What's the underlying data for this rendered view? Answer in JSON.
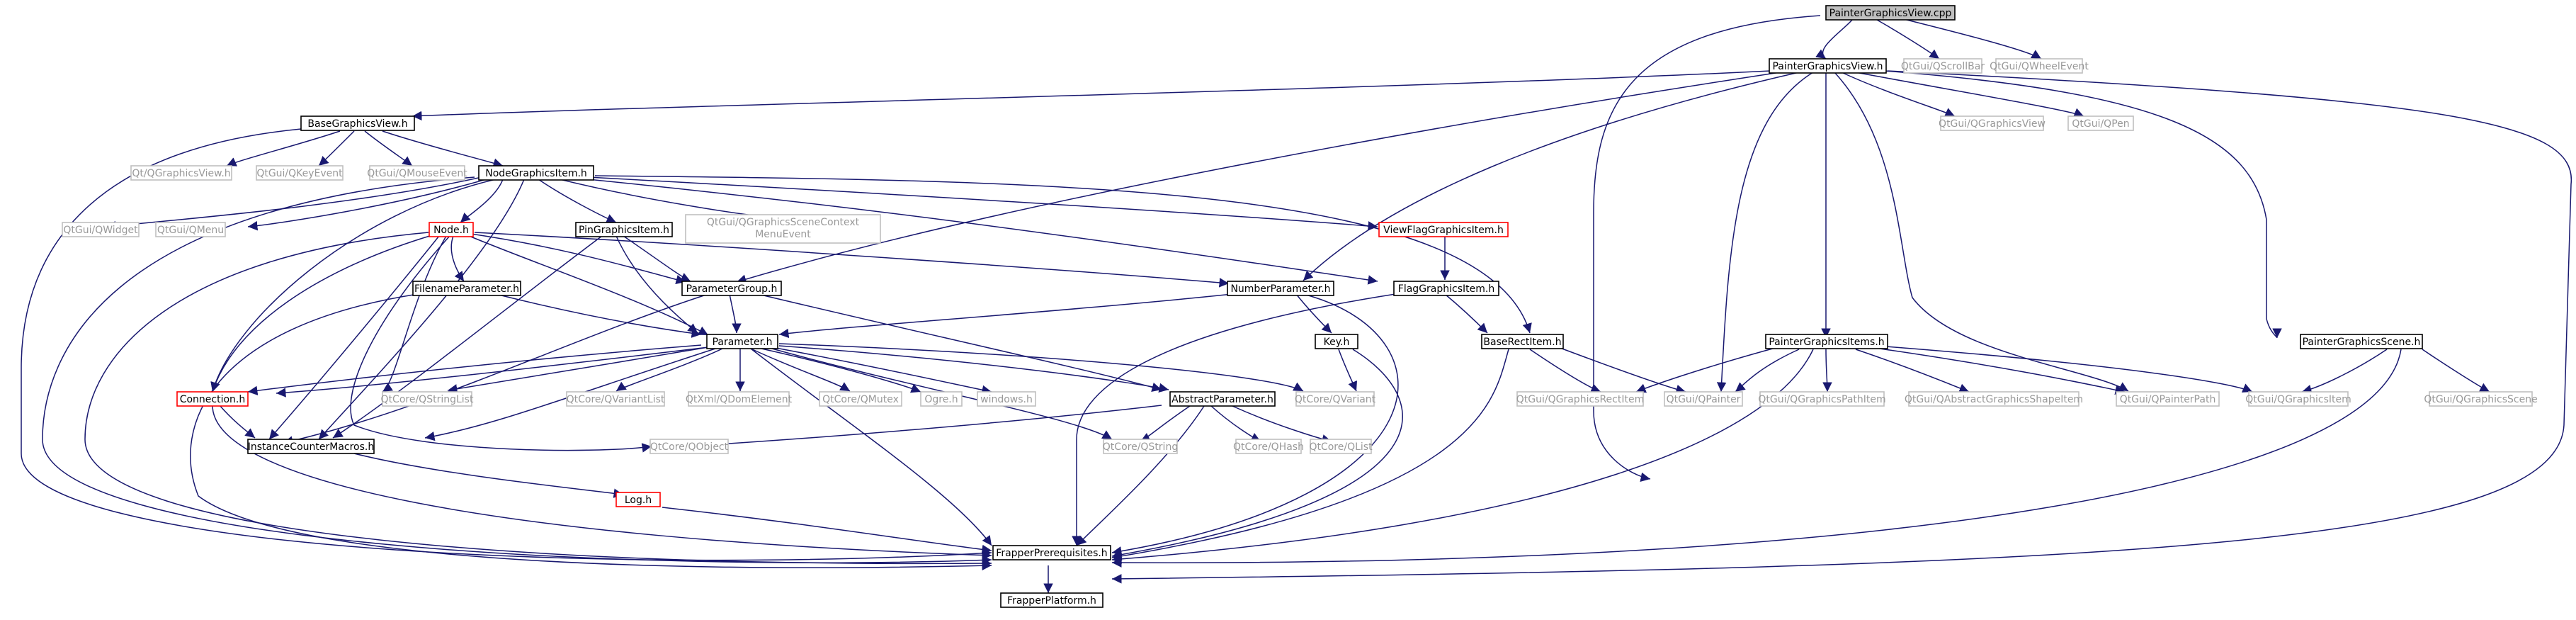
{
  "colors": {
    "edge": "#191970",
    "node_border_doc": "#000000",
    "node_border_external": "#bfbfbf",
    "node_border_incomplete": "#ff0000",
    "root_fill": "#bfbfbf",
    "text_doc": "#000000",
    "text_external": "#999999"
  },
  "nodes": {
    "painter_graphics_view_cpp": "PainterGraphicsView.cpp",
    "painter_graphics_view_h": "PainterGraphicsView.h",
    "qscrollbar": "QtGui/QScrollBar",
    "qwheelevent": "QtGui/QWheelEvent",
    "base_graphics_view_h": "BaseGraphicsView.h",
    "qgraphicsview_h": "Qt/QGraphicsView.h",
    "qkeyevent": "QtGui/QKeyEvent",
    "qmouseevent": "QtGui/QMouseEvent",
    "node_graphics_item_h": "NodeGraphicsItem.h",
    "qgraphicsview": "QtGui/QGraphicsView",
    "qpen": "QtGui/QPen",
    "qwidget": "QtGui/QWidget",
    "qmenu": "QtGui/QMenu",
    "node_h": "Node.h",
    "pin_graphics_item_h": "PinGraphicsItem.h",
    "qgraphicsscenecontextmenuevent_1": "QtGui/QGraphicsSceneContext",
    "qgraphicsscenecontextmenuevent_2": "MenuEvent",
    "view_flag_graphics_item_h": "ViewFlagGraphicsItem.h",
    "filename_parameter_h": "FilenameParameter.h",
    "parameter_group_h": "ParameterGroup.h",
    "number_parameter_h": "NumberParameter.h",
    "flag_graphics_item_h": "FlagGraphicsItem.h",
    "parameter_h": "Parameter.h",
    "key_h": "Key.h",
    "base_rect_item_h": "BaseRectItem.h",
    "painter_graphics_items_h": "PainterGraphicsItems.h",
    "painter_graphics_scene_h": "PainterGraphicsScene.h",
    "connection_h": "Connection.h",
    "qstringlist": "QtCore/QStringList",
    "qvariantlist": "QtCore/QVariantList",
    "qdomelement": "QtXml/QDomElement",
    "qmutex": "QtCore/QMutex",
    "ogre_h": "Ogre.h",
    "windows_h": "windows.h",
    "abstract_parameter_h": "AbstractParameter.h",
    "qvariant": "QtCore/QVariant",
    "qgraphicsrectitem": "QtGui/QGraphicsRectItem",
    "qpainter": "QtGui/QPainter",
    "qgraphicspathitem": "QtGui/QGraphicsPathItem",
    "qabstractgraphicsshapeitem": "QtGui/QAbstractGraphicsShapeItem",
    "qpainterpath": "QtGui/QPainterPath",
    "qgraphicsitem": "QtGui/QGraphicsItem",
    "qgraphicsscene": "QtGui/QGraphicsScene",
    "instance_counter_macros_h": "InstanceCounterMacros.h",
    "qobject": "QtCore/QObject",
    "qstring": "QtCore/QString",
    "qhash": "QtCore/QHash",
    "qlist": "QtCore/QList",
    "log_h": "Log.h",
    "frapper_prerequisites_h": "FrapperPrerequisites.h",
    "frapper_platform_h": "FrapperPlatform.h"
  }
}
